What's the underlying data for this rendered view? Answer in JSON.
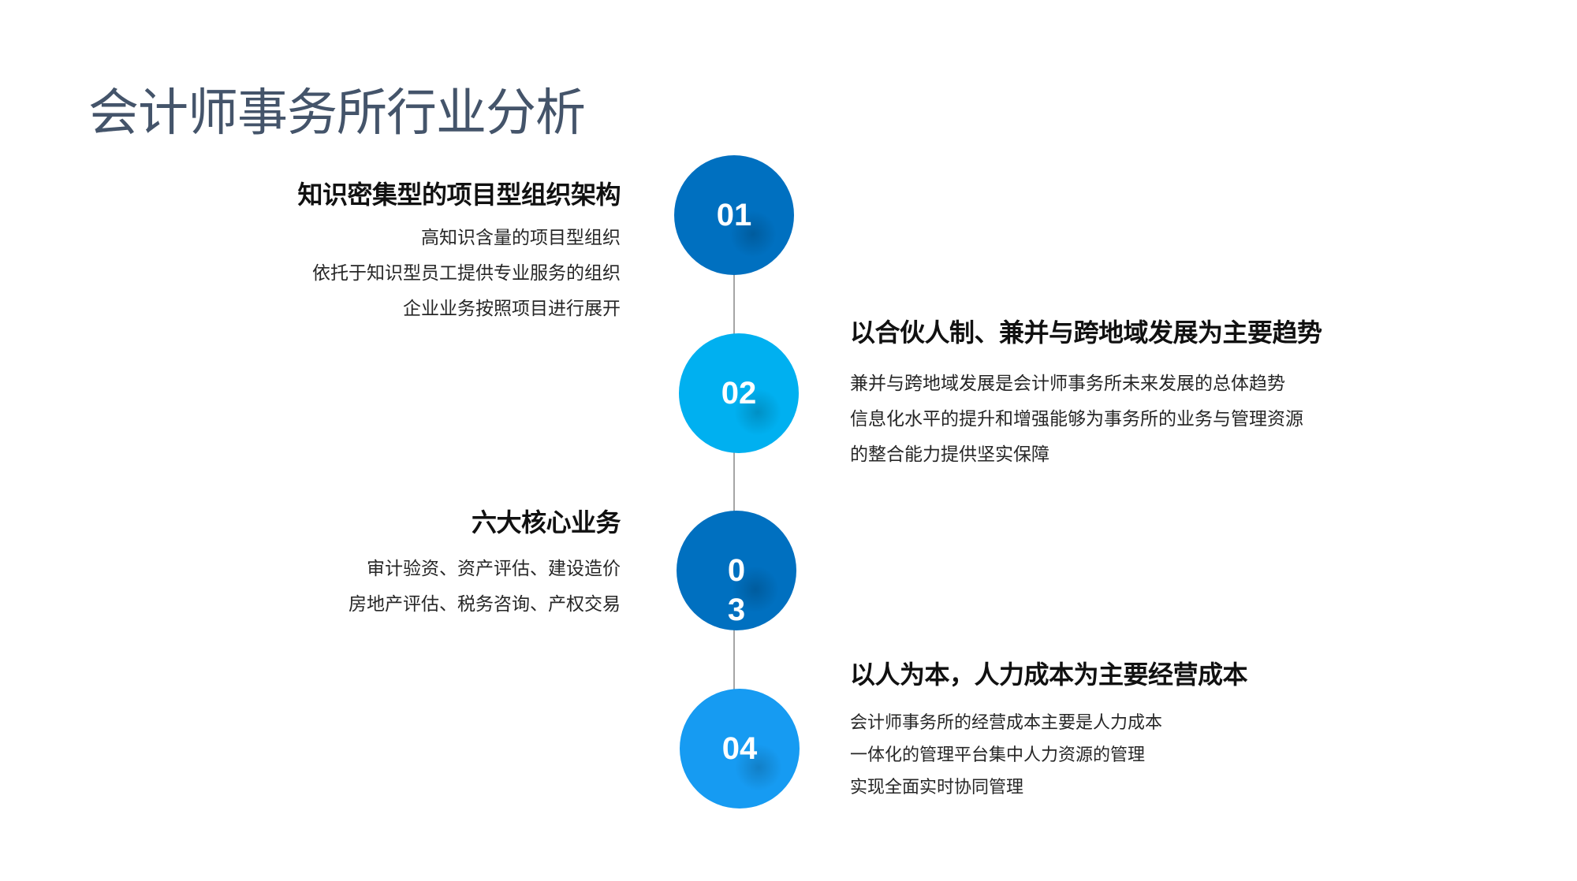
{
  "title": "会计师事务所行业分析",
  "colors": {
    "c1": "#0070c0",
    "c2": "#00b0f0",
    "c3": "#0070c0",
    "c4": "#169bf2",
    "title": "#44546a"
  },
  "steps": [
    {
      "number": "01",
      "heading": "知识密集型的项目型组织架构",
      "lines": [
        "高知识含量的项目型组织",
        "依托于知识型员工提供专业服务的组织",
        "企业业务按照项目进行展开"
      ]
    },
    {
      "number": "02",
      "heading": "以合伙人制、兼并与跨地域发展为主要趋势",
      "lines": [
        "兼并与跨地域发展是会计师事务所未来发展的总体趋势",
        "信息化水平的提升和增强能够为事务所的业务与管理资源",
        "的整合能力提供坚实保障"
      ]
    },
    {
      "number": "03",
      "heading": "六大核心业务",
      "lines": [
        "审计验资、资产评估、建设造价",
        "房地产评估、税务咨询、产权交易"
      ]
    },
    {
      "number": "04",
      "heading": "以人为本，人力成本为主要经营成本",
      "lines": [
        "会计师事务所的经营成本主要是人力成本",
        "一体化的管理平台集中人力资源的管理",
        "实现全面实时协同管理"
      ]
    }
  ]
}
